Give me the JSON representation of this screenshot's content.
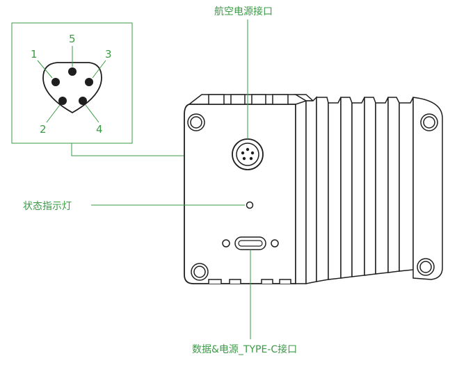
{
  "labels": {
    "aviation_power_port": "航空电源接口",
    "status_indicator": "状态指示灯",
    "data_power_typec": "数据&电源_TYPE-C接口"
  },
  "pinout": {
    "pins": [
      "1",
      "5",
      "3",
      "2",
      "4"
    ]
  },
  "colors": {
    "accent_green": "#3a9a45",
    "outline": "#1e1e1e"
  }
}
